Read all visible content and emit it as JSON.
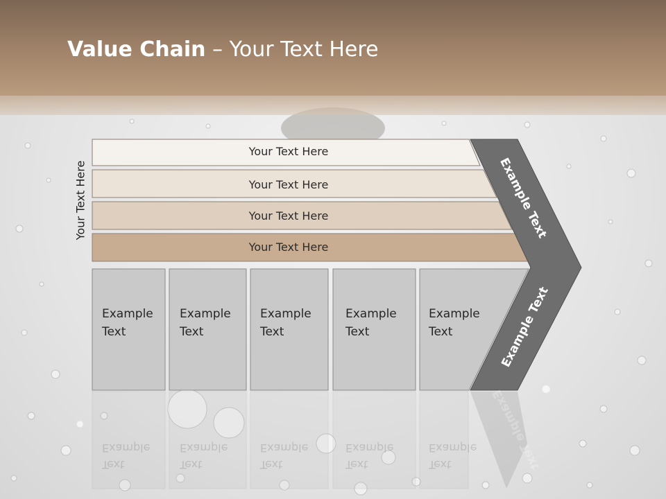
{
  "slide": {
    "title_bold": "Value Chain",
    "title_rest": " – Your Text Here",
    "side_label": "Your Text Here"
  },
  "rows": [
    {
      "label": "Your Text Here",
      "color": "#f5f1ec"
    },
    {
      "label": "Your Text Here",
      "color": "#ece3d8"
    },
    {
      "label": "Your Text Here",
      "color": "#dfcfbe"
    },
    {
      "label": "Your Text Here",
      "color": "#c8ad92"
    }
  ],
  "boxes": [
    {
      "line1": "Example",
      "line2": "Text"
    },
    {
      "line1": "Example",
      "line2": "Text"
    },
    {
      "line1": "Example",
      "line2": "Text"
    },
    {
      "line1": "Example",
      "line2": "Text"
    },
    {
      "line1": "Example",
      "line2": "Text"
    }
  ],
  "chevron": {
    "upper_label": "Example Text",
    "lower_label": "Example Text",
    "color": "#6e6e6e"
  },
  "colors": {
    "header": "#a2846a",
    "box_fill": "#c9c9c9"
  }
}
